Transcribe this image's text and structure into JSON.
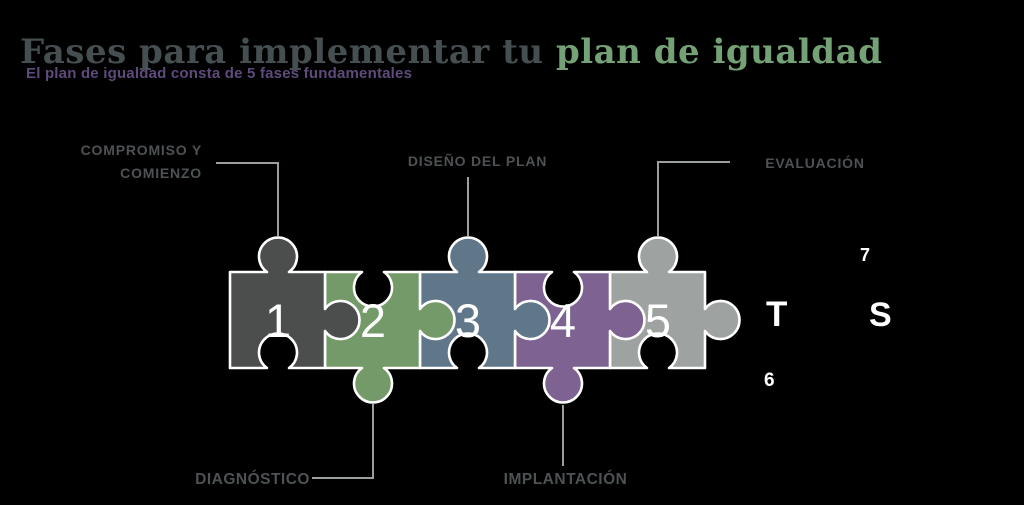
{
  "page": {
    "background_color": "#000000"
  },
  "header": {
    "title_prefix": "Fases para implementar tu ",
    "title_accent": "plan de igualdad",
    "title_color": "#454e50",
    "title_accent_color": "#74a276",
    "subtitle": "El plan de igualdad consta de 5 fases fundamentales",
    "subtitle_color": "#5e4b7c"
  },
  "diagram": {
    "type": "puzzle-phases",
    "phase_count": 5,
    "outline_color": "#ffffff",
    "connector_color": "#9aa0a0",
    "label_color": "#4d5254",
    "number_color": "#ffffff",
    "pieces": [
      {
        "number": "1",
        "label": "COMPROMISO Y COMIENZO",
        "color": "#4b4e4d",
        "label_position": "top-left"
      },
      {
        "number": "2",
        "label": "DIAGNÓSTICO",
        "color": "#739a68",
        "label_position": "bottom-left"
      },
      {
        "number": "3",
        "label": "DISEÑO DEL PLAN",
        "color": "#5f7789",
        "label_position": "top-center"
      },
      {
        "number": "4",
        "label": "IMPLANTACIÓN",
        "color": "#7d6292",
        "label_position": "bottom-center"
      },
      {
        "number": "5",
        "label": "EVALUACIÓN",
        "color": "#9ea3a1",
        "label_position": "top-right"
      }
    ]
  },
  "fragments": {
    "digit_top": "7",
    "letter_t": "T",
    "letter_s": "S",
    "digit_bottom": "6"
  }
}
